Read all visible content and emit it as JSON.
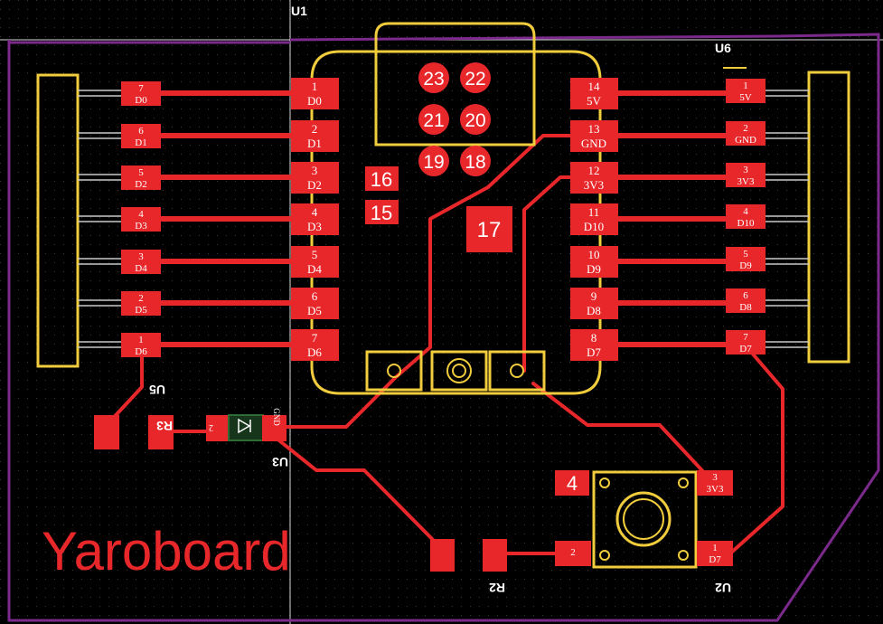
{
  "board": {
    "brand": "Yaroboard",
    "colors": {
      "background": "#000000",
      "copper": "#e8272a",
      "silk": "#f1cc3c",
      "outline": "#7b2a8c",
      "pin_text": "#ffffff"
    }
  },
  "refs": {
    "u1": "U1",
    "u6": "U6",
    "u5": "U5",
    "r3": "R3",
    "u3": "U3",
    "r2": "R2",
    "u2": "U2"
  },
  "left_header": {
    "pins": [
      {
        "num": "7",
        "label": "D0"
      },
      {
        "num": "6",
        "label": "D1"
      },
      {
        "num": "5",
        "label": "D2"
      },
      {
        "num": "4",
        "label": "D3"
      },
      {
        "num": "3",
        "label": "D4"
      },
      {
        "num": "2",
        "label": "D5"
      },
      {
        "num": "1",
        "label": "D6"
      }
    ]
  },
  "u1_left": {
    "pins": [
      {
        "num": "1",
        "label": "D0"
      },
      {
        "num": "2",
        "label": "D1"
      },
      {
        "num": "3",
        "label": "D2"
      },
      {
        "num": "4",
        "label": "D3"
      },
      {
        "num": "5",
        "label": "D4"
      },
      {
        "num": "6",
        "label": "D5"
      },
      {
        "num": "7",
        "label": "D6"
      }
    ]
  },
  "u1_right": {
    "pins": [
      {
        "num": "14",
        "label": "5V"
      },
      {
        "num": "13",
        "label": "GND"
      },
      {
        "num": "12",
        "label": "3V3"
      },
      {
        "num": "11",
        "label": "D10"
      },
      {
        "num": "10",
        "label": "D9"
      },
      {
        "num": "9",
        "label": "D8"
      },
      {
        "num": "8",
        "label": "D7"
      }
    ]
  },
  "right_header": {
    "pins": [
      {
        "num": "1",
        "label": "5V"
      },
      {
        "num": "2",
        "label": "GND"
      },
      {
        "num": "3",
        "label": "3V3"
      },
      {
        "num": "4",
        "label": "D10"
      },
      {
        "num": "5",
        "label": "D9"
      },
      {
        "num": "6",
        "label": "D8"
      },
      {
        "num": "7",
        "label": "D7"
      }
    ]
  },
  "round_pads": [
    "23",
    "22",
    "21",
    "20",
    "19",
    "18"
  ],
  "square_pads": {
    "p16": "16",
    "p15": "15",
    "p17": "17",
    "p4": "4"
  },
  "u3_labels": {
    "pin2": "2",
    "gnd": "GND"
  },
  "u2_labels": {
    "p3num": "3",
    "p3label": "3V3",
    "p2num": "2",
    "p1num": "1",
    "p1label": "D7"
  }
}
